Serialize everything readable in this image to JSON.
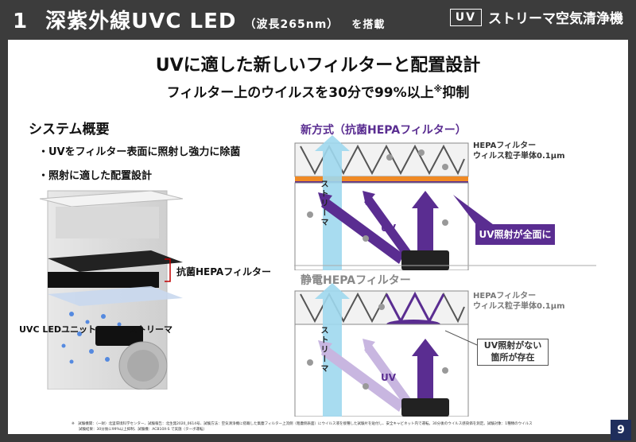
{
  "header": {
    "title_num": "1",
    "title_main": "深紫外線UVC LED",
    "title_sub": "（波長265nm）",
    "title_tag": "を搭載",
    "brand_box": "UV",
    "brand_text": "ストリーマ空気清浄機"
  },
  "main": {
    "headline": "UVに適した新しいフィルターと配置設計",
    "subline_main": "フィルター上のウイルスを30分で99%以上",
    "subline_mark": "※",
    "subline_end": "抑制"
  },
  "system": {
    "title": "システム概要",
    "bullets": [
      "・UVをフィルター表面に照射し強力に除菌",
      "・照射に適した配置設計"
    ],
    "label_filter": "抗菌HEPAフィルター",
    "label_uvc": "UVC LEDユニット",
    "label_streamer": "ストリーマ"
  },
  "new_method": {
    "title": "新方式（抗菌HEPAフィルター）",
    "hepa_line1": "HEPAフィルター",
    "hepa_line2": "ウィルス粒子単体0.1μm",
    "streamer_label": "ストリーマ",
    "uv_label": "UV",
    "callout": "UV照射が全面に",
    "accent_color": "#5a2d91"
  },
  "old_method": {
    "title": "静電HEPAフィルター",
    "hepa_line1": "HEPAフィルター",
    "hepa_line2": "ウィルス粒子単体0.1μm",
    "streamer_label": "ストリーマ",
    "uv_label": "UV",
    "callout_line1": "UV照射がない",
    "callout_line2": "箇所が存在"
  },
  "footnote": {
    "line1": "※　試験機関：（一財）北里環境科学センター、試験報告：北生発2020_0614号、試験方法：空気清浄機に搭載した集塵フィルター上流側（粗塵側表面）にウイルス液を接種した試験片を貼付し、安全キャビネット内で運転。30分後のウイルス感染価を測定。試験対象：1種類のウイルス",
    "line2": "　　試験結果：30分後に99%以上抑制、試験機：ACB10X-S で実施（ターボ運転）"
  },
  "page_number": "9"
}
